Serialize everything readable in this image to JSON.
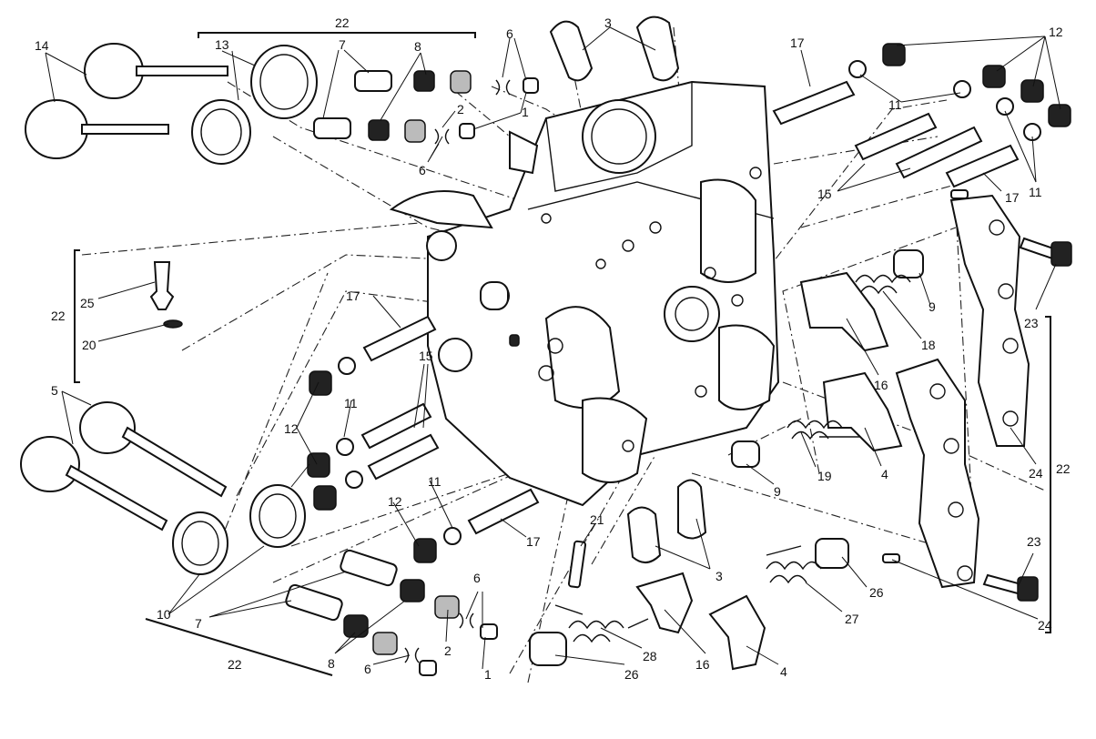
{
  "diagram": {
    "callouts": {
      "c1a": "1",
      "c1b": "1",
      "c2a": "2",
      "c2b": "2",
      "c3a": "3",
      "c3b": "3",
      "c4a": "4",
      "c4b": "4",
      "c5": "5",
      "c6a": "6",
      "c6b": "6",
      "c6c": "6",
      "c6d": "6",
      "c7a": "7",
      "c7b": "7",
      "c8a": "8",
      "c8b": "8",
      "c9a": "9",
      "c9b": "9",
      "c10": "10",
      "c11a": "11",
      "c11b": "11",
      "c11c": "11",
      "c11d": "11",
      "c12a": "12",
      "c12b": "12",
      "c12c": "12",
      "c13": "13",
      "c14": "14",
      "c15a": "15",
      "c15b": "15",
      "c16a": "16",
      "c16b": "16",
      "c17a": "17",
      "c17b": "17",
      "c17c": "17",
      "c17d": "17",
      "c18": "18",
      "c19": "19",
      "c20": "20",
      "c21": "21",
      "c22a": "22",
      "c22b": "22",
      "c22c": "22",
      "c22d": "22",
      "c23a": "23",
      "c23b": "23",
      "c24a": "24",
      "c24b": "24",
      "c25": "25",
      "c26a": "26",
      "c26b": "26",
      "c27": "27",
      "c28": "28"
    }
  }
}
